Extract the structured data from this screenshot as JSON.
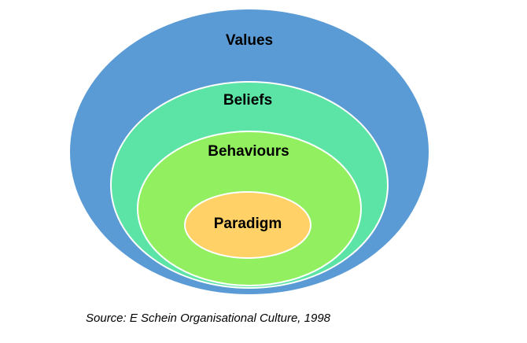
{
  "diagram": {
    "layers": [
      {
        "label": "Values",
        "color": "#5b9bd5"
      },
      {
        "label": "Beliefs",
        "color": "#5ce4a6"
      },
      {
        "label": "Behaviours",
        "color": "#92f060"
      },
      {
        "label": "Paradigm",
        "color": "#ffd166"
      }
    ],
    "outline_color": "#ffffff"
  },
  "caption": "Source: E Schein Organisational Culture, 1998"
}
